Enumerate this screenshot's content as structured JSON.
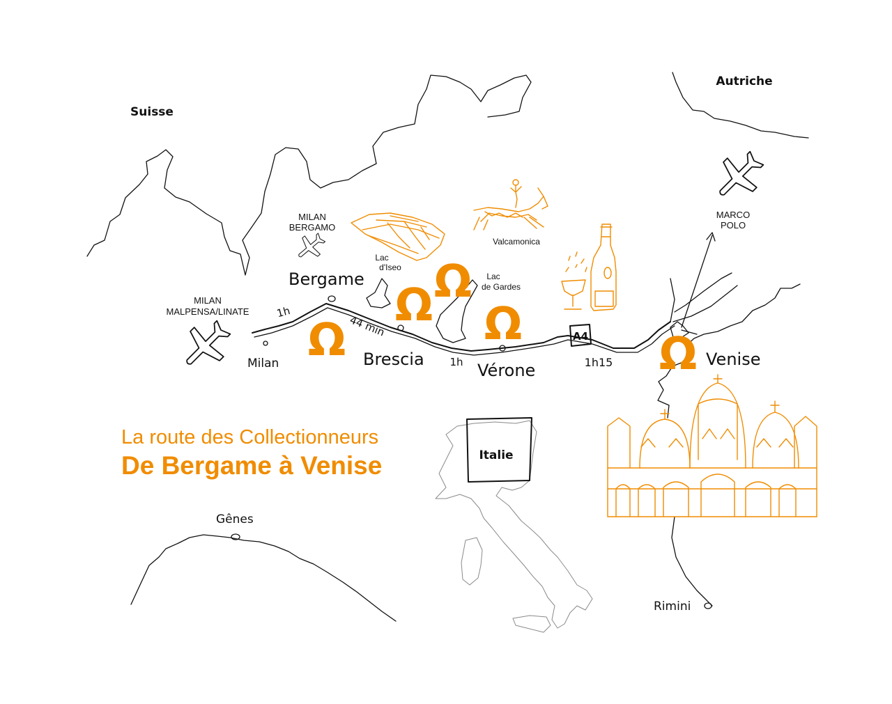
{
  "colors": {
    "accent": "#f08c00",
    "ink": "#111111",
    "muted": "#8a8a8a"
  },
  "title": {
    "line1": "La route des Collectionneurs",
    "line2": "De Bergame à Venise"
  },
  "countries": {
    "suisse": "Suisse",
    "autriche": "Autriche",
    "italie": "Italie"
  },
  "cities": {
    "bergame": "Bergame",
    "milan": "Milan",
    "brescia": "Brescia",
    "verone": "Vérone",
    "venise": "Venise",
    "genes": "Gênes",
    "rimini": "Rimini"
  },
  "airports": {
    "bergamo": {
      "line1": "MILAN",
      "line2": "BERGAMO",
      "icon": "airplane-icon"
    },
    "malpensa": {
      "line1": "MILAN",
      "line2": "MALPENSA/LINATE",
      "icon": "airplane-icon"
    },
    "marco_polo": {
      "line1": "MARCO",
      "line2": "POLO",
      "icon": "airplane-icon"
    }
  },
  "lakes": {
    "iseo": {
      "line1": "Lac",
      "line2": "d'Iseo"
    },
    "garde": {
      "line1": "Lac",
      "line2": "de Gardes"
    }
  },
  "attractions": {
    "valcamonica": "Valcamonica"
  },
  "route": {
    "highway": "A4",
    "durations": {
      "milan_bergame": "1h",
      "bergame_brescia": "44 min",
      "brescia_verone": "1h",
      "verone_venise": "1h15"
    }
  },
  "markers": {
    "symbol": "Ω",
    "count": 5,
    "icon": "omega-marker-icon"
  }
}
